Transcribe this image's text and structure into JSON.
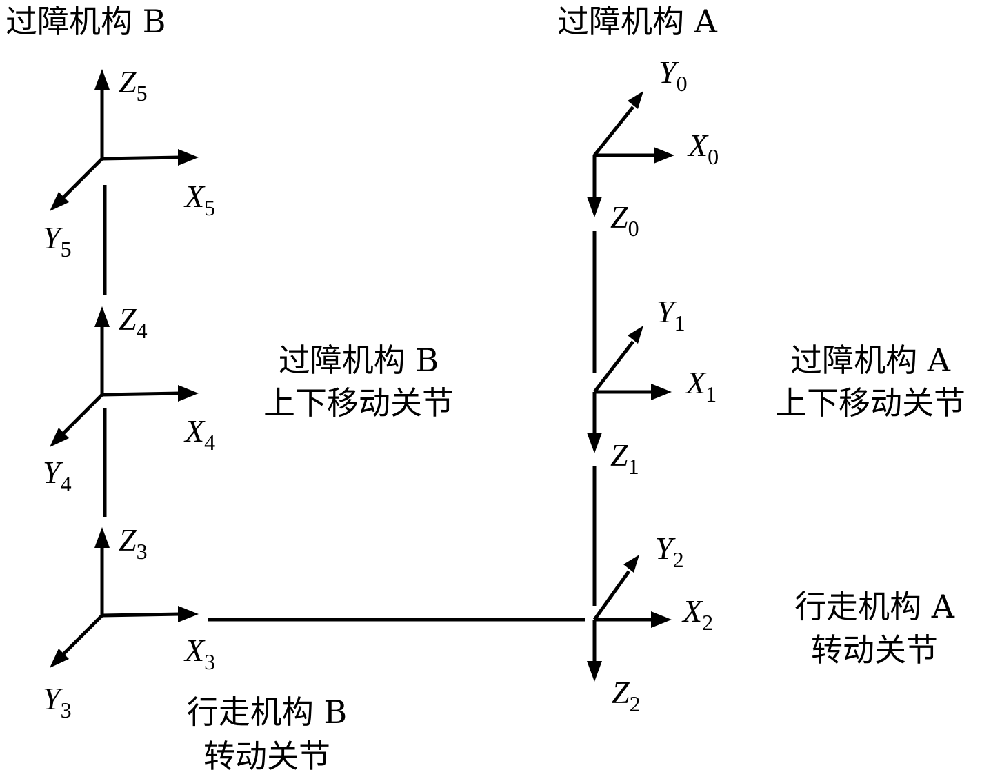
{
  "titles": {
    "mech_b": "过障机构 B",
    "mech_a": "过障机构 A"
  },
  "joints": {
    "b_lift": [
      "过障机构 B",
      "上下移动关节"
    ],
    "a_lift": [
      "过障机构 A",
      "上下移动关节"
    ],
    "a_walk": [
      "行走机构 A",
      "转动关节"
    ],
    "b_walk": [
      "行走机构 B",
      "转动关节"
    ]
  },
  "frames": [
    {
      "id": 0,
      "x": "X",
      "y": "Y",
      "z": "Z",
      "sub": "0"
    },
    {
      "id": 1,
      "x": "X",
      "y": "Y",
      "z": "Z",
      "sub": "1"
    },
    {
      "id": 2,
      "x": "X",
      "y": "Y",
      "z": "Z",
      "sub": "2"
    },
    {
      "id": 3,
      "x": "X",
      "y": "Y",
      "z": "Z",
      "sub": "3"
    },
    {
      "id": 4,
      "x": "X",
      "y": "Y",
      "z": "Z",
      "sub": "4"
    },
    {
      "id": 5,
      "x": "X",
      "y": "Y",
      "z": "Z",
      "sub": "5"
    }
  ],
  "colors": {
    "ink": "#000000",
    "background": "#ffffff"
  }
}
